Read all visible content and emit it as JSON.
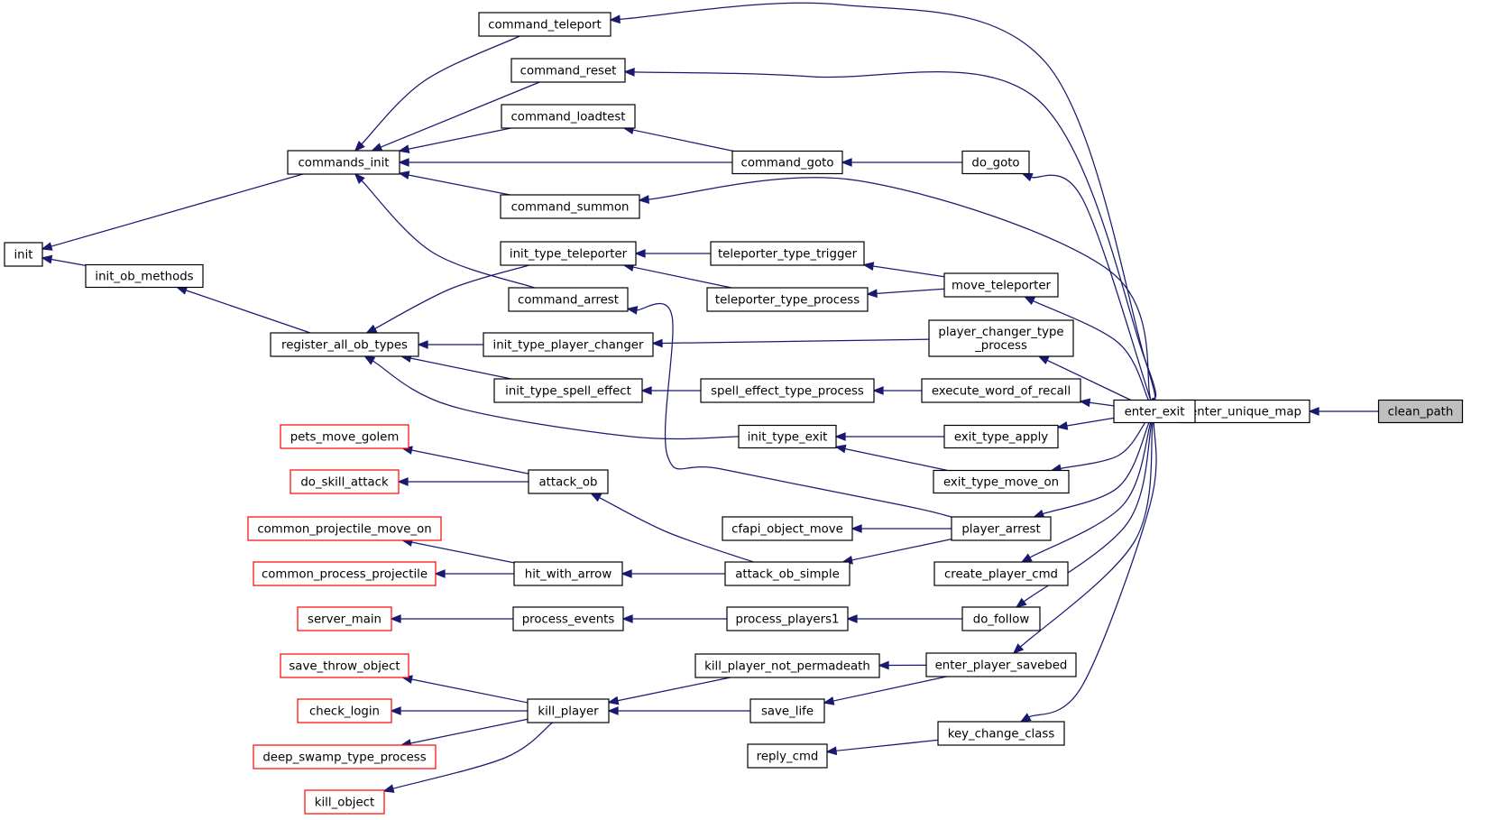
{
  "graph": {
    "colors": {
      "edge": "#191970",
      "node_border": "#000000",
      "external_border": "#ff0000",
      "root_fill": "#bfbfbf"
    },
    "nodes": [
      {
        "id": "clean_path",
        "label": "clean_path",
        "style": "root"
      },
      {
        "id": "enter_unique_map",
        "label": "enter_unique_map",
        "style": "normal"
      },
      {
        "id": "enter_exit",
        "label": "enter_exit",
        "style": "normal"
      },
      {
        "id": "command_teleport",
        "label": "command_teleport",
        "style": "normal"
      },
      {
        "id": "command_reset",
        "label": "command_reset",
        "style": "normal"
      },
      {
        "id": "do_goto",
        "label": "do_goto",
        "style": "normal"
      },
      {
        "id": "command_summon",
        "label": "command_summon",
        "style": "normal"
      },
      {
        "id": "move_teleporter",
        "label": "move_teleporter",
        "style": "normal"
      },
      {
        "id": "player_changer_type_process",
        "label": "player_changer_type\n_process",
        "style": "normal"
      },
      {
        "id": "execute_word_of_recall",
        "label": "execute_word_of_recall",
        "style": "normal"
      },
      {
        "id": "exit_type_apply",
        "label": "exit_type_apply",
        "style": "normal"
      },
      {
        "id": "exit_type_move_on",
        "label": "exit_type_move_on",
        "style": "normal"
      },
      {
        "id": "player_arrest",
        "label": "player_arrest",
        "style": "normal"
      },
      {
        "id": "create_player_cmd",
        "label": "create_player_cmd",
        "style": "normal"
      },
      {
        "id": "do_follow",
        "label": "do_follow",
        "style": "normal"
      },
      {
        "id": "enter_player_savebed",
        "label": "enter_player_savebed",
        "style": "normal"
      },
      {
        "id": "key_change_class",
        "label": "key_change_class",
        "style": "normal"
      },
      {
        "id": "command_loadtest",
        "label": "command_loadtest",
        "style": "normal"
      },
      {
        "id": "command_goto",
        "label": "command_goto",
        "style": "normal"
      },
      {
        "id": "commands_init",
        "label": "commands_init",
        "style": "normal"
      },
      {
        "id": "init",
        "label": "init",
        "style": "normal"
      },
      {
        "id": "init_ob_methods",
        "label": "init_ob_methods",
        "style": "normal"
      },
      {
        "id": "register_all_ob_types",
        "label": "register_all_ob_types",
        "style": "normal"
      },
      {
        "id": "init_type_teleporter",
        "label": "init_type_teleporter",
        "style": "normal"
      },
      {
        "id": "command_arrest",
        "label": "command_arrest",
        "style": "normal"
      },
      {
        "id": "teleporter_type_trigger",
        "label": "teleporter_type_trigger",
        "style": "normal"
      },
      {
        "id": "teleporter_type_process",
        "label": "teleporter_type_process",
        "style": "normal"
      },
      {
        "id": "init_type_player_changer",
        "label": "init_type_player_changer",
        "style": "normal"
      },
      {
        "id": "init_type_spell_effect",
        "label": "init_type_spell_effect",
        "style": "normal"
      },
      {
        "id": "spell_effect_type_process",
        "label": "spell_effect_type_process",
        "style": "normal"
      },
      {
        "id": "init_type_exit",
        "label": "init_type_exit",
        "style": "normal"
      },
      {
        "id": "pets_move_golem",
        "label": "pets_move_golem",
        "style": "external"
      },
      {
        "id": "do_skill_attack",
        "label": "do_skill_attack",
        "style": "external"
      },
      {
        "id": "attack_ob",
        "label": "attack_ob",
        "style": "normal"
      },
      {
        "id": "cfapi_object_move",
        "label": "cfapi_object_move",
        "style": "normal"
      },
      {
        "id": "attack_ob_simple",
        "label": "attack_ob_simple",
        "style": "normal"
      },
      {
        "id": "common_projectile_move_on",
        "label": "common_projectile_move_on",
        "style": "external"
      },
      {
        "id": "common_process_projectile",
        "label": "common_process_projectile",
        "style": "external"
      },
      {
        "id": "hit_with_arrow",
        "label": "hit_with_arrow",
        "style": "normal"
      },
      {
        "id": "server_main",
        "label": "server_main",
        "style": "external"
      },
      {
        "id": "process_events",
        "label": "process_events",
        "style": "normal"
      },
      {
        "id": "process_players1",
        "label": "process_players1",
        "style": "normal"
      },
      {
        "id": "save_throw_object",
        "label": "save_throw_object",
        "style": "external"
      },
      {
        "id": "check_login",
        "label": "check_login",
        "style": "external"
      },
      {
        "id": "deep_swamp_type_process",
        "label": "deep_swamp_type_process",
        "style": "external"
      },
      {
        "id": "kill_object",
        "label": "kill_object",
        "style": "external"
      },
      {
        "id": "kill_player",
        "label": "kill_player",
        "style": "normal"
      },
      {
        "id": "kill_player_not_permadeath",
        "label": "kill_player_not_permadeath",
        "style": "normal"
      },
      {
        "id": "save_life",
        "label": "save_life",
        "style": "normal"
      },
      {
        "id": "reply_cmd",
        "label": "reply_cmd",
        "style": "normal"
      }
    ],
    "edges": [
      [
        "enter_unique_map",
        "clean_path"
      ],
      [
        "enter_exit",
        "enter_unique_map"
      ],
      [
        "command_teleport",
        "enter_exit"
      ],
      [
        "command_reset",
        "enter_exit"
      ],
      [
        "do_goto",
        "enter_exit"
      ],
      [
        "command_summon",
        "enter_exit"
      ],
      [
        "move_teleporter",
        "enter_exit"
      ],
      [
        "player_changer_type_process",
        "enter_exit"
      ],
      [
        "execute_word_of_recall",
        "enter_exit"
      ],
      [
        "exit_type_apply",
        "enter_exit"
      ],
      [
        "exit_type_move_on",
        "enter_exit"
      ],
      [
        "player_arrest",
        "enter_exit"
      ],
      [
        "create_player_cmd",
        "enter_exit"
      ],
      [
        "do_follow",
        "enter_exit"
      ],
      [
        "enter_player_savebed",
        "enter_exit"
      ],
      [
        "key_change_class",
        "enter_exit"
      ],
      [
        "commands_init",
        "command_teleport"
      ],
      [
        "commands_init",
        "command_reset"
      ],
      [
        "commands_init",
        "command_loadtest"
      ],
      [
        "commands_init",
        "command_goto"
      ],
      [
        "commands_init",
        "command_summon"
      ],
      [
        "commands_init",
        "command_arrest"
      ],
      [
        "command_loadtest",
        "command_goto"
      ],
      [
        "command_goto",
        "do_goto"
      ],
      [
        "init",
        "commands_init"
      ],
      [
        "init",
        "init_ob_methods"
      ],
      [
        "init_ob_methods",
        "register_all_ob_types"
      ],
      [
        "register_all_ob_types",
        "init_type_teleporter"
      ],
      [
        "register_all_ob_types",
        "init_type_player_changer"
      ],
      [
        "register_all_ob_types",
        "init_type_spell_effect"
      ],
      [
        "register_all_ob_types",
        "init_type_exit"
      ],
      [
        "init_type_teleporter",
        "teleporter_type_trigger"
      ],
      [
        "init_type_teleporter",
        "teleporter_type_process"
      ],
      [
        "teleporter_type_trigger",
        "move_teleporter"
      ],
      [
        "teleporter_type_process",
        "move_teleporter"
      ],
      [
        "init_type_player_changer",
        "player_changer_type_process"
      ],
      [
        "init_type_spell_effect",
        "spell_effect_type_process"
      ],
      [
        "spell_effect_type_process",
        "execute_word_of_recall"
      ],
      [
        "init_type_exit",
        "exit_type_apply"
      ],
      [
        "init_type_exit",
        "exit_type_move_on"
      ],
      [
        "command_arrest",
        "player_arrest"
      ],
      [
        "cfapi_object_move",
        "player_arrest"
      ],
      [
        "attack_ob_simple",
        "player_arrest"
      ],
      [
        "pets_move_golem",
        "attack_ob"
      ],
      [
        "do_skill_attack",
        "attack_ob"
      ],
      [
        "attack_ob",
        "attack_ob_simple"
      ],
      [
        "hit_with_arrow",
        "attack_ob_simple"
      ],
      [
        "common_projectile_move_on",
        "hit_with_arrow"
      ],
      [
        "common_process_projectile",
        "hit_with_arrow"
      ],
      [
        "server_main",
        "process_events"
      ],
      [
        "process_events",
        "process_players1"
      ],
      [
        "process_players1",
        "do_follow"
      ],
      [
        "kill_player_not_permadeath",
        "enter_player_savebed"
      ],
      [
        "save_life",
        "enter_player_savebed"
      ],
      [
        "kill_player",
        "kill_player_not_permadeath"
      ],
      [
        "kill_player",
        "save_life"
      ],
      [
        "save_throw_object",
        "kill_player"
      ],
      [
        "check_login",
        "kill_player"
      ],
      [
        "deep_swamp_type_process",
        "kill_player"
      ],
      [
        "kill_object",
        "kill_player"
      ],
      [
        "reply_cmd",
        "key_change_class"
      ]
    ]
  }
}
